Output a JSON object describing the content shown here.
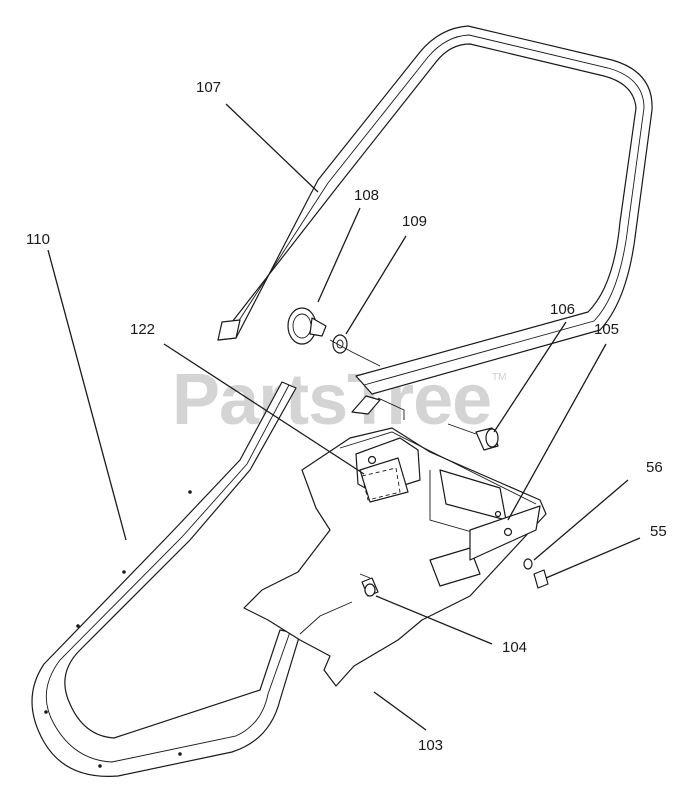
{
  "watermark": {
    "text": "PartsTree",
    "trademark": "TM"
  },
  "callouts": [
    {
      "id": "c107",
      "label": "107"
    },
    {
      "id": "c108",
      "label": "108"
    },
    {
      "id": "c109",
      "label": "109"
    },
    {
      "id": "c110",
      "label": "110"
    },
    {
      "id": "c122",
      "label": "122"
    },
    {
      "id": "c106",
      "label": "106"
    },
    {
      "id": "c105",
      "label": "105"
    },
    {
      "id": "c56",
      "label": "56"
    },
    {
      "id": "c55",
      "label": "55"
    },
    {
      "id": "c104",
      "label": "104"
    },
    {
      "id": "c103",
      "label": "103"
    }
  ]
}
